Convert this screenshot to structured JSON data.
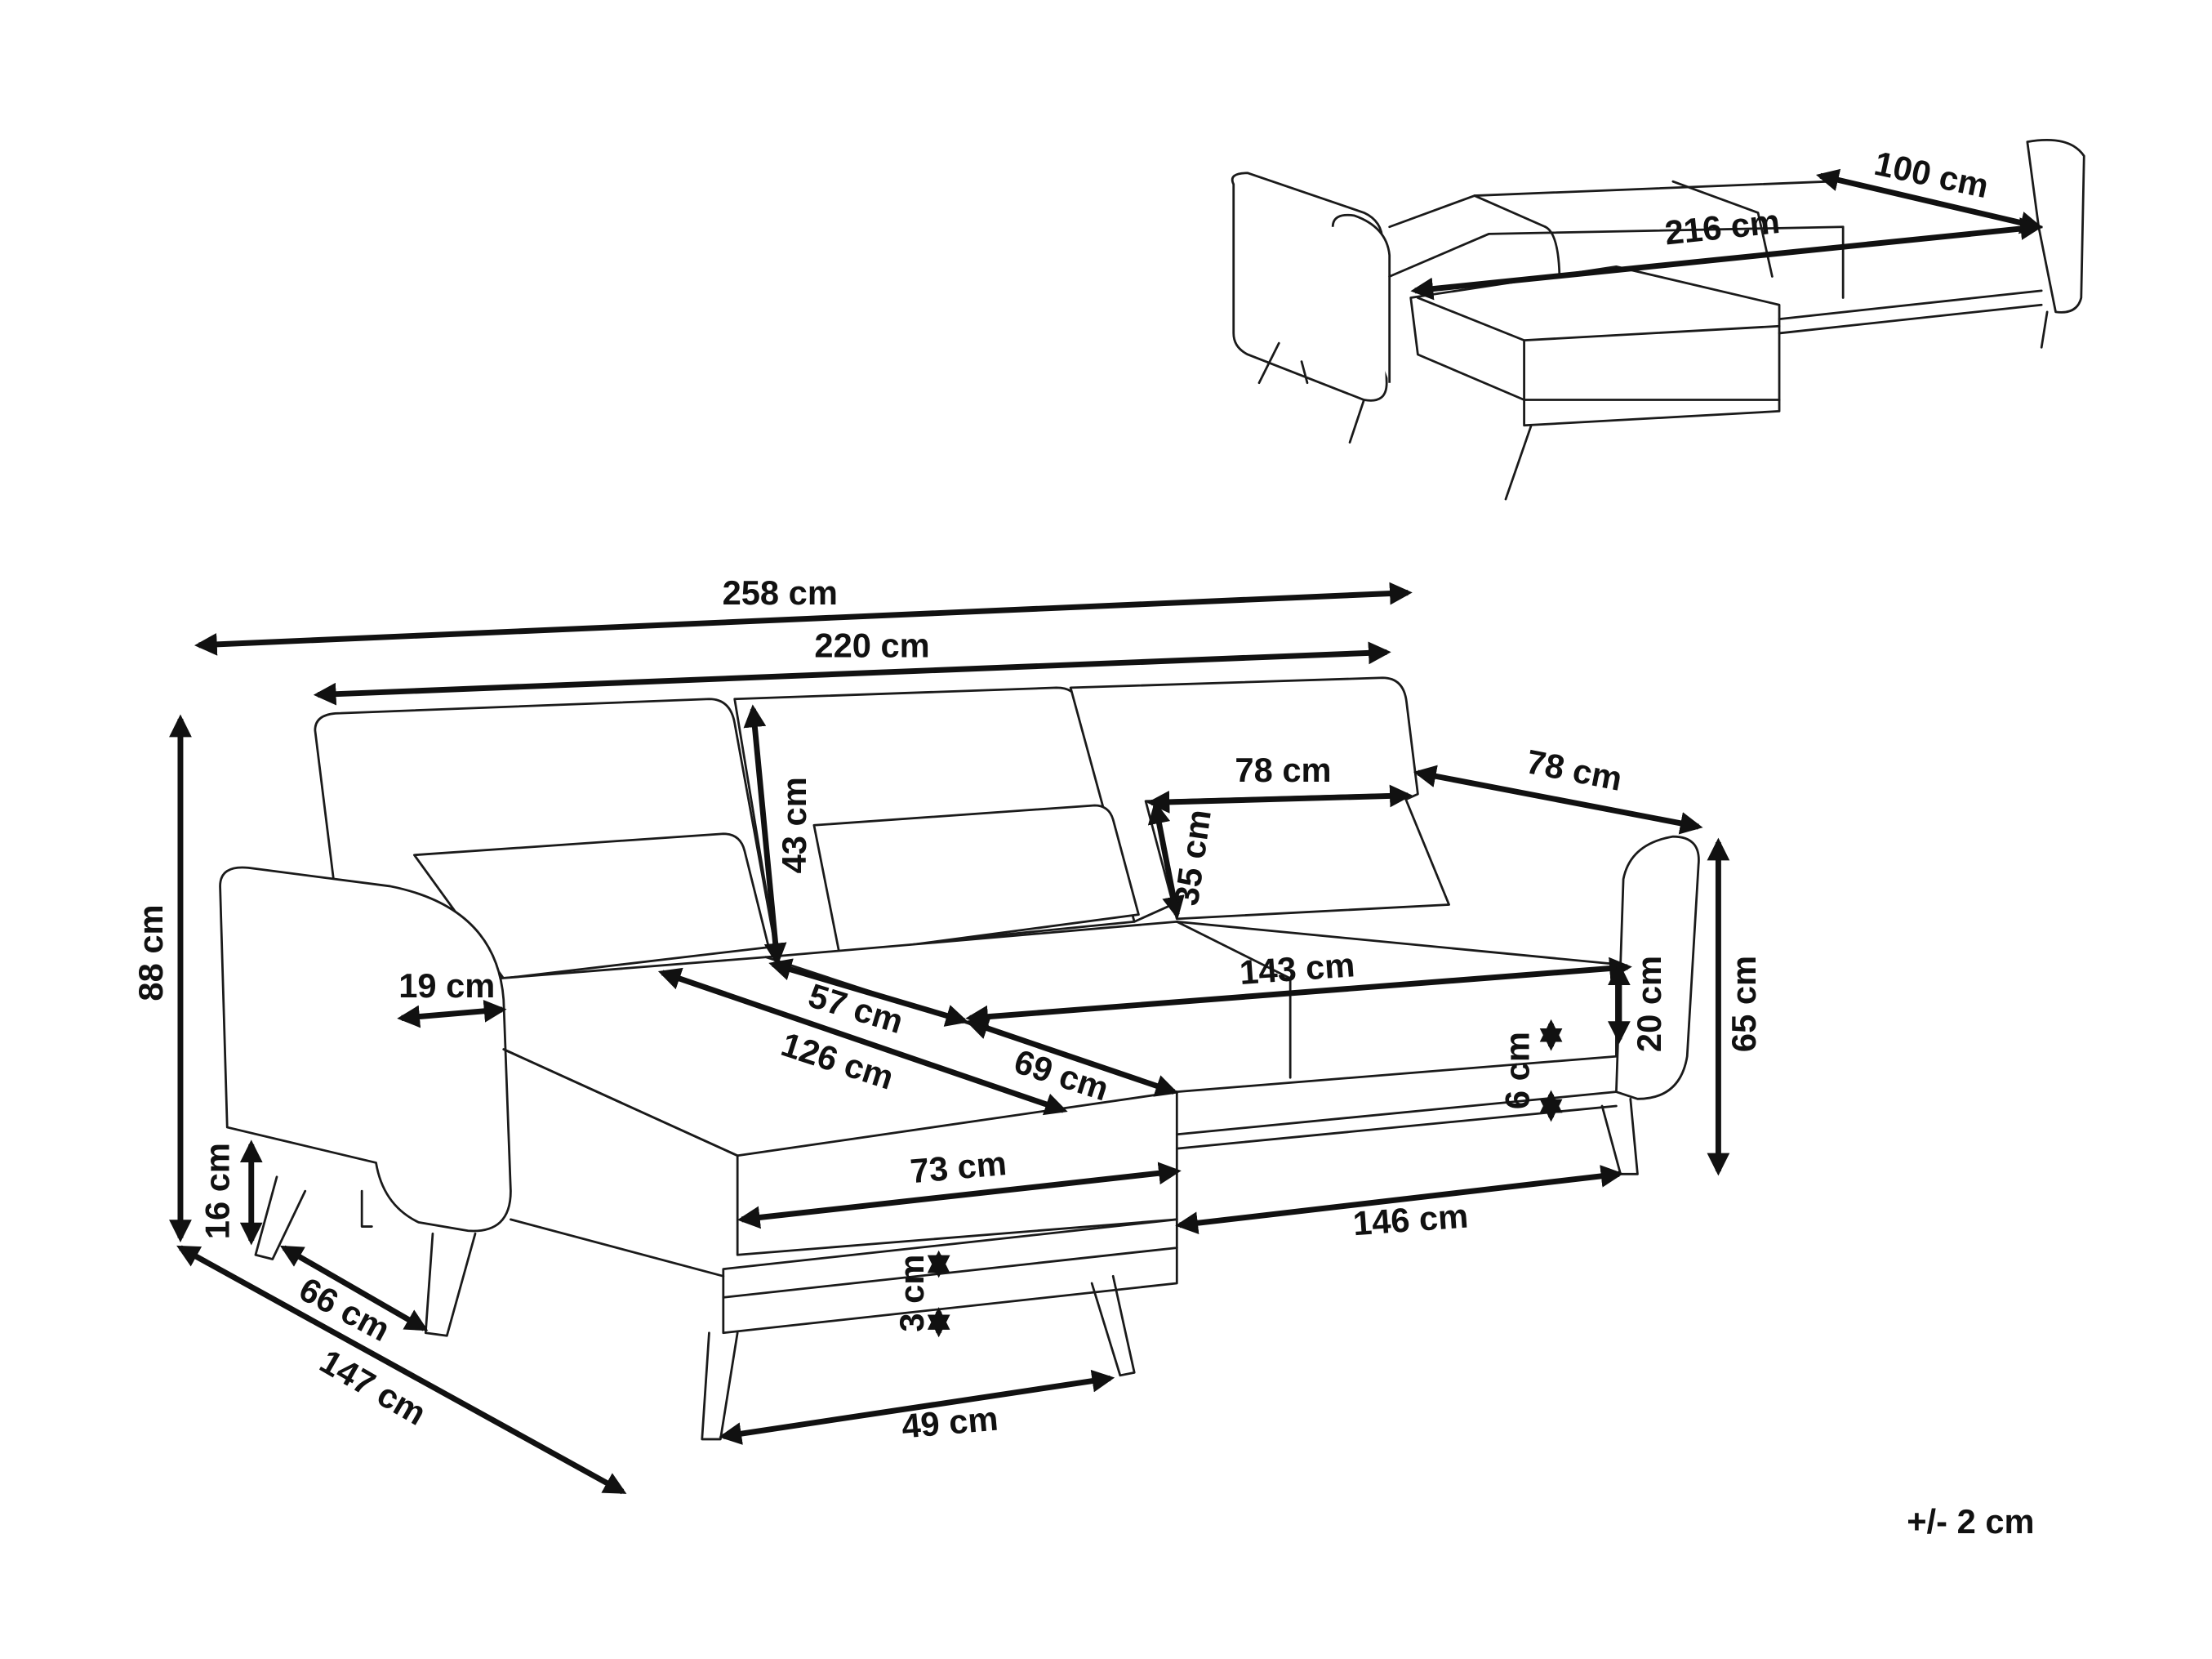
{
  "dimensions": {
    "overall_width": "258 cm",
    "sofa_width": "220 cm",
    "total_height": "88 cm",
    "backrest_height": "43 cm",
    "cushion_width": "78 cm",
    "armrest_depth_right": "78 cm",
    "cushion_height": "35 cm",
    "armrest_width": "19 cm",
    "seat_depth": "57 cm",
    "chaise_seat_depth": "126 cm",
    "chaise_front_depth": "69 cm",
    "seat_width": "143 cm",
    "armrest_above_seat": "20 cm",
    "armrest_height": "65 cm",
    "base_gap": "6 cm",
    "chaise_width": "73 cm",
    "base_width": "146 cm",
    "leg_height": "16 cm",
    "leg_depth": "66 cm",
    "overall_depth": "147 cm",
    "chaise_gap": "3 cm",
    "leg_spacing": "49 cm",
    "bed_width": "100 cm",
    "bed_length": "216 cm"
  },
  "tolerance": "+/- 2 cm"
}
